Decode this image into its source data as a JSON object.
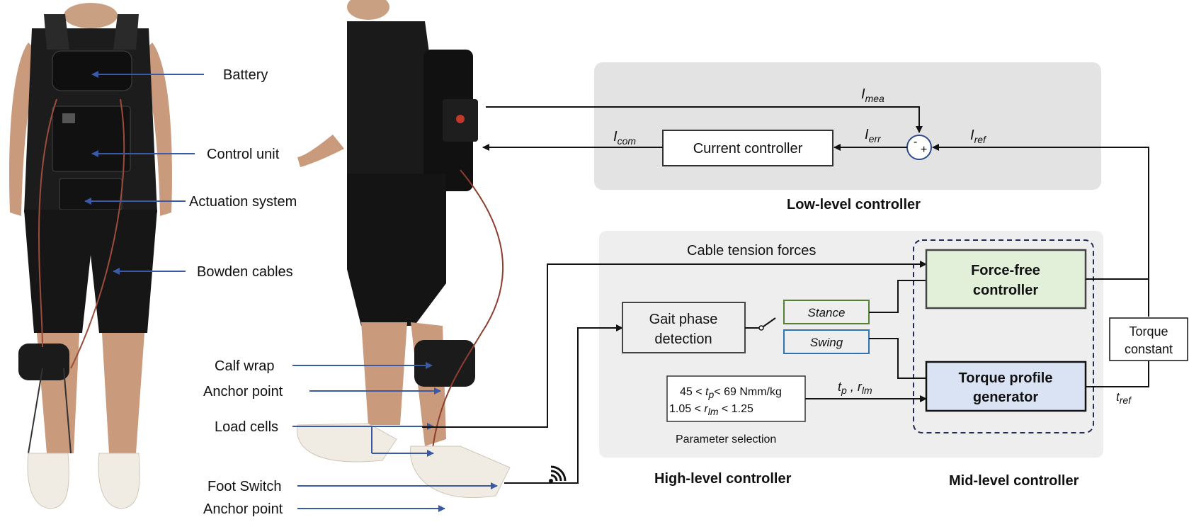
{
  "photo_labels": {
    "battery": "Battery",
    "control_unit": "Control unit",
    "actuation_system": "Actuation system",
    "bowden_cables": "Bowden cables",
    "calf_wrap": "Calf wrap",
    "anchor_point_upper": "Anchor point",
    "load_cells": "Load cells",
    "foot_switch": "Foot Switch",
    "anchor_point_lower": "Anchor point"
  },
  "low_level": {
    "title": "Low-level controller",
    "current_controller": "Current controller",
    "sum_minus": "-",
    "sum_plus": "+",
    "i_mea": {
      "base": "I",
      "sub": "mea"
    },
    "i_com": {
      "base": "I",
      "sub": "com"
    },
    "i_err": {
      "base": "I",
      "sub": "err"
    },
    "i_ref": {
      "base": "I",
      "sub": "ref"
    }
  },
  "high_level": {
    "title": "High-level controller",
    "cable_tension": "Cable tension forces",
    "gait_phase_line1": "Gait phase",
    "gait_phase_line2": "detection",
    "stance": "Stance",
    "swing": "Swing",
    "param_selection": "Parameter selection",
    "param_row1": {
      "a": "45 < ",
      "t": "t",
      "tsub": "p",
      "b": "< 69  Nmm/kg"
    },
    "param_row2": {
      "a": "1.05 < ",
      "r": "r",
      "rsub": "lm",
      "b": " < 1.25"
    },
    "tp_rlm": {
      "t": "t",
      "tsub": "p",
      "sep": " , ",
      "r": "r",
      "rsub": "lm"
    }
  },
  "mid_level": {
    "title": "Mid-level controller",
    "force_free_line1": "Force-free",
    "force_free_line2": "controller",
    "torque_profile_line1": "Torque profile",
    "torque_profile_line2": "generator"
  },
  "torque_constant": {
    "line1": "Torque",
    "line2": "constant"
  },
  "t_ref": {
    "base": "t",
    "sub": "ref"
  },
  "colors": {
    "panel_low": "#e3e3e3",
    "panel_high": "#eeeeee",
    "force_free_fill": "#e2efd9",
    "torque_profile_fill": "#dae3f3",
    "stance_border": "#548235",
    "swing_border": "#2e75b6",
    "pointer_arrow": "#3b5aa6",
    "mid_dashed": "#1f2a55"
  },
  "icons": {
    "wireless": "wireless-signal-icon",
    "back_photo": "exosuit-back-view-photo",
    "side_photo": "exosuit-side-view-photo"
  }
}
